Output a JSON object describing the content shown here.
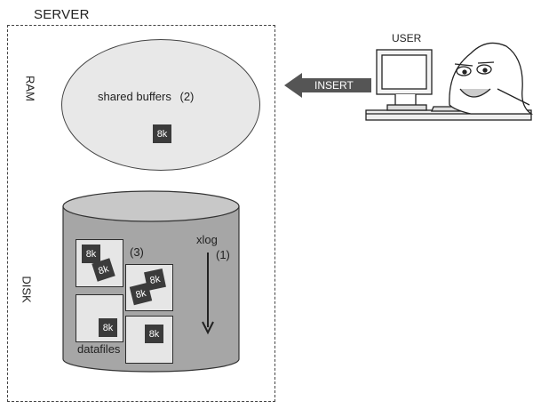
{
  "server": {
    "title": "SERVER"
  },
  "ram": {
    "label": "RAM",
    "buffers_label": "shared buffers",
    "buffers_step": "(2)",
    "chip": "8k"
  },
  "disk": {
    "label": "DISK",
    "datafiles_label": "datafiles",
    "datafiles_step": "(3)",
    "xlog_label": "xlog",
    "xlog_step": "(1)",
    "chips": [
      "8k",
      "8k",
      "8k",
      "8k",
      "8k",
      "8k"
    ]
  },
  "user": {
    "label": "USER"
  },
  "action": {
    "label": "INSERT"
  },
  "colors": {
    "disk_fill": "#a6a6a6",
    "disk_top": "#c8c8c8",
    "ram_fill": "#e8e8e8",
    "chip": "#3b3b3b",
    "arrow": "#555555"
  }
}
